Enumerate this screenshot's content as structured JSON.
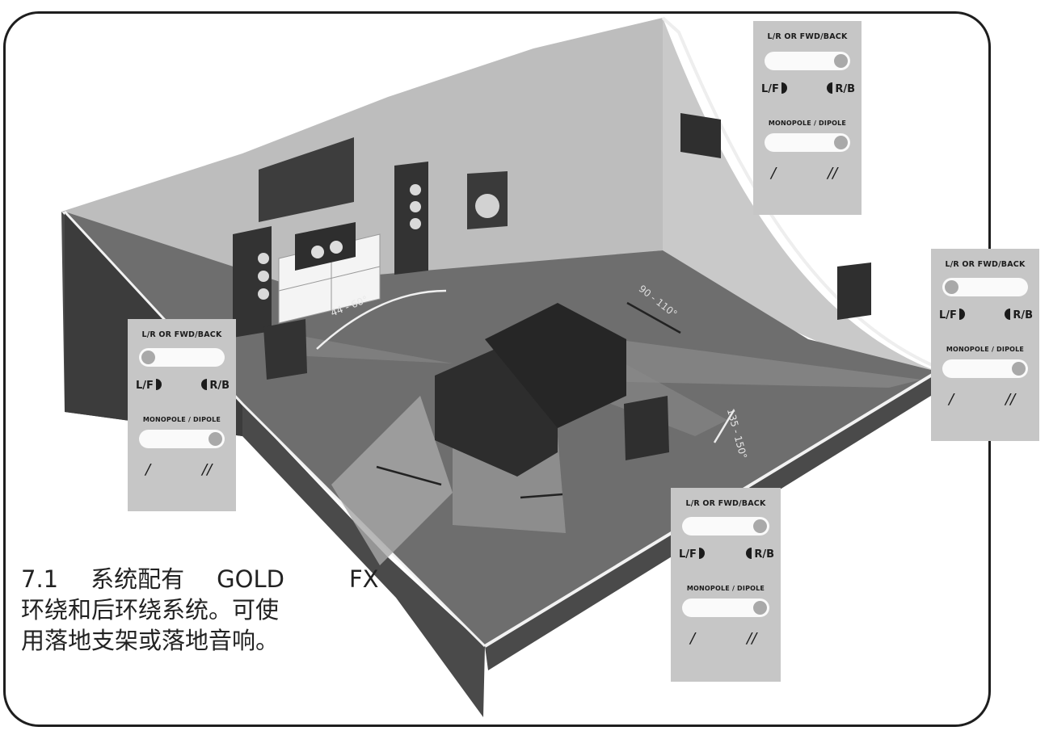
{
  "panels": [
    {
      "id": "front",
      "header": "L/R OR FWD/BACK",
      "lf": "L/F",
      "rb": "R/B",
      "mode_header": "MONOPOLE / DIPOLE",
      "mono": "/",
      "dipole": "//",
      "switch1": "left",
      "switch2": "right"
    },
    {
      "id": "side-top",
      "header": "L/R OR FWD/BACK",
      "lf": "L/F",
      "rb": "R/B",
      "mode_header": "MONOPOLE / DIPOLE",
      "mono": "/",
      "dipole": "//",
      "switch1": "right",
      "switch2": "right"
    },
    {
      "id": "side-right",
      "header": "L/R OR FWD/BACK",
      "lf": "L/F",
      "rb": "R/B",
      "mode_header": "MONOPOLE / DIPOLE",
      "mono": "/",
      "dipole": "//",
      "switch1": "left",
      "switch2": "right"
    },
    {
      "id": "rear",
      "header": "L/R OR FWD/BACK",
      "lf": "L/F",
      "rb": "R/B",
      "mode_header": "MONOPOLE / DIPOLE",
      "mono": "/",
      "dipole": "//",
      "switch1": "right",
      "switch2": "right"
    }
  ],
  "angles": {
    "front": "44 - 60°",
    "side": "90 - 110°",
    "rear": "135 - 150°"
  },
  "caption": {
    "num": "7.1",
    "w1": "系统配有",
    "w2": "GOLD",
    "w3": "FX",
    "line2": "环绕和后环绕系统。可使",
    "line3": "用落地支架或落地音响。"
  }
}
